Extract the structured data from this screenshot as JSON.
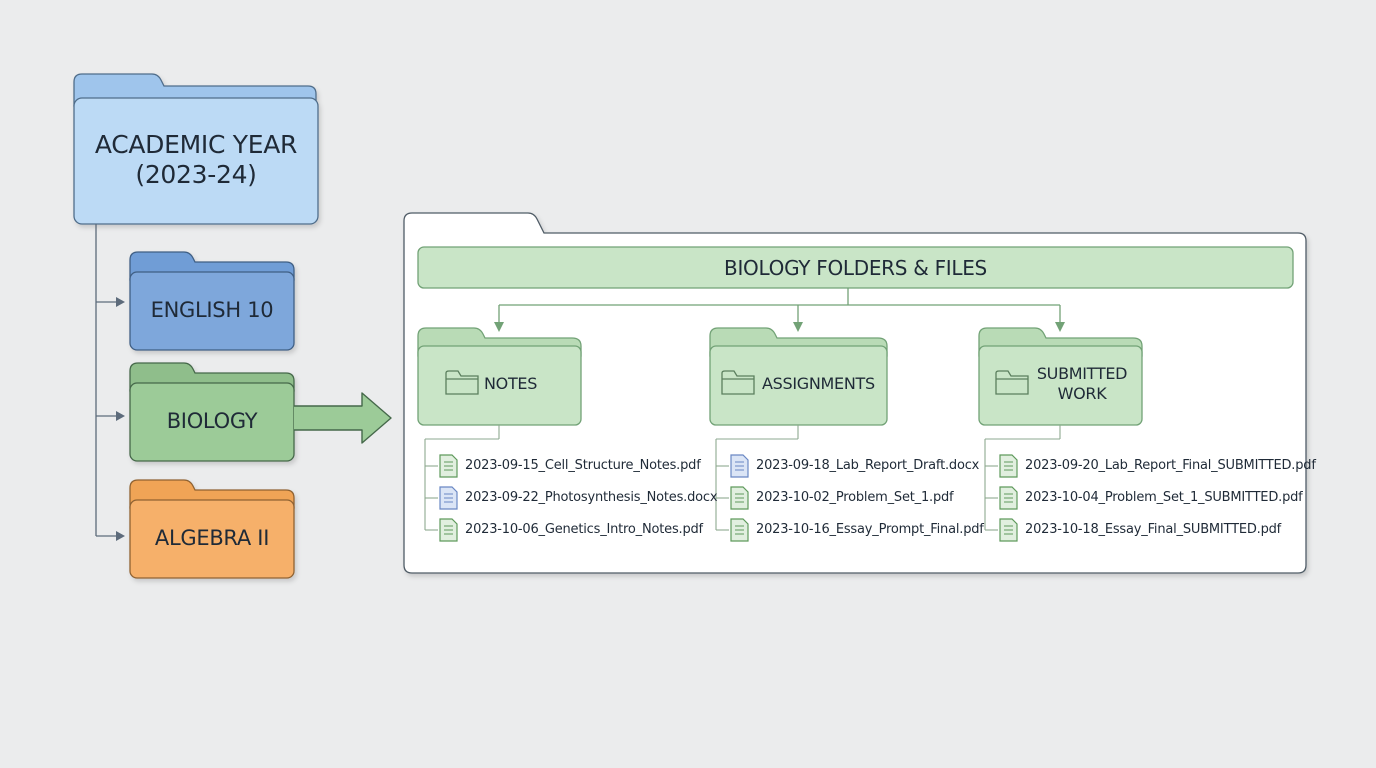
{
  "root_folder": {
    "line1": "ACADEMIC YEAR",
    "line2": "(2023-24)"
  },
  "subjects": [
    {
      "label": "ENGLISH 10",
      "color": "#7ea7db"
    },
    {
      "label": "BIOLOGY",
      "color": "#9ccb98"
    },
    {
      "label": "ALGEBRA II",
      "color": "#f6b06a"
    }
  ],
  "panel": {
    "header": "BIOLOGY FOLDERS & FILES",
    "folders": [
      {
        "label": "NOTES",
        "files": [
          {
            "name": "2023-09-15_Cell_Structure_Notes.pdf",
            "type": "pdf"
          },
          {
            "name": "2023-09-22_Photosynthesis_Notes.docx",
            "type": "docx"
          },
          {
            "name": "2023-10-06_Genetics_Intro_Notes.pdf",
            "type": "pdf"
          }
        ]
      },
      {
        "label": "ASSIGNMENTS",
        "files": [
          {
            "name": "2023-09-18_Lab_Report_Draft.docx",
            "type": "docx"
          },
          {
            "name": "2023-10-02_Problem_Set_1.pdf",
            "type": "pdf"
          },
          {
            "name": "2023-10-16_Essay_Prompt_Final.pdf",
            "type": "pdf"
          }
        ]
      },
      {
        "label_line1": "SUBMITTED",
        "label_line2": "WORK",
        "files": [
          {
            "name": "2023-09-20_Lab_Report_Final_SUBMITTED.pdf",
            "type": "pdf"
          },
          {
            "name": "2023-10-04_Problem_Set_1_SUBMITTED.pdf",
            "type": "pdf"
          },
          {
            "name": "2023-10-18_Essay_Final_SUBMITTED.pdf",
            "type": "pdf"
          }
        ]
      }
    ]
  },
  "colors": {
    "root_fill": "#bcdaf5",
    "green_fill": "#c9e5c7",
    "pdf_icon": "#5f9a5c",
    "docx_icon": "#6a88c4"
  }
}
